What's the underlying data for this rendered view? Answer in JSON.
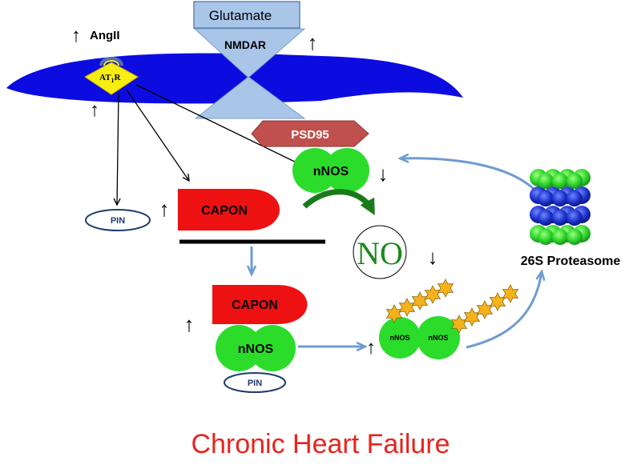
{
  "labels": {
    "glutamate": "Glutamate",
    "nmdar": "NMDAR",
    "angii": "AngII",
    "at1r_main": "AT",
    "at1r_sub": "1",
    "at1r_r": "R",
    "psd95": "PSD95",
    "nnos_top": "nNOS",
    "pin_left": "PIN",
    "capon_top": "CAPON",
    "no": "NO",
    "capon_bottom": "CAPON",
    "nnos_complex": "nNOS",
    "pin_bottom": "PIN",
    "nnos_small_1": "nNOS",
    "nnos_small_2": "nNOS",
    "proteasome": "26S Proteasome",
    "up": "↑",
    "down": "↓"
  },
  "caption": "Chronic Heart Failure",
  "colors": {
    "membrane": "#0c0ce0",
    "nmdar_fill": "#a9c6e8",
    "nmdar_stroke": "#5e84b5",
    "psd95_fill": "#c0504d",
    "nnos_green": "#2bdc2b",
    "capon_red": "#ee1111",
    "at1r_yellow": "#f7ee11",
    "arrow_blue": "#6f9bd1",
    "no_green": "#1a8a1a",
    "caption_red": "#e8231d",
    "star_orange": "#f6b21a"
  }
}
